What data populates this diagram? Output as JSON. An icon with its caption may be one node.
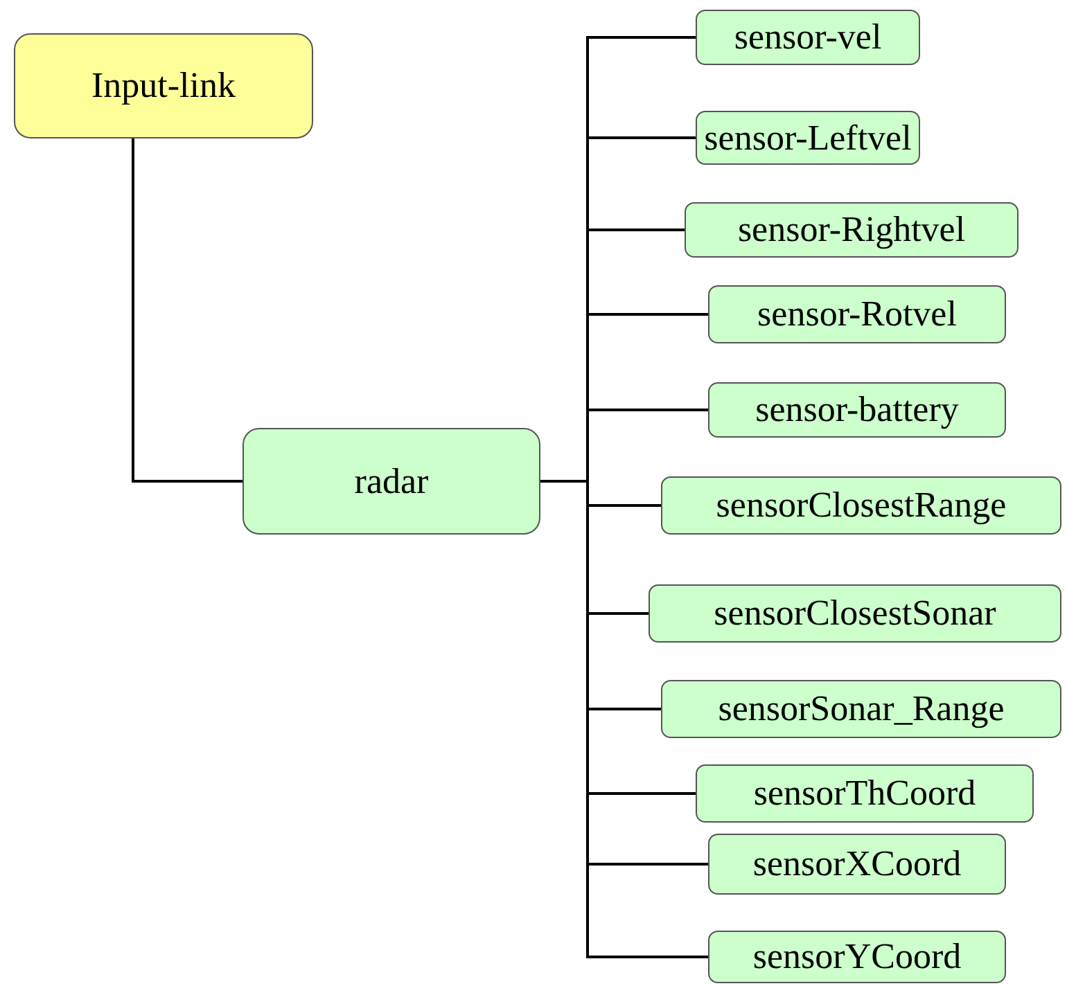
{
  "diagram": {
    "nodes": [
      {
        "text": [
          "Input-link"
        ]
      },
      {
        "text": [
          "radar"
        ]
      },
      {
        "text": [
          "sensor-vel"
        ]
      },
      {
        "text": [
          "sensor-Leftvel"
        ]
      },
      {
        "text": [
          "sensor-Rightvel"
        ]
      },
      {
        "text": [
          "sensor-Rotvel"
        ]
      },
      {
        "text": [
          "sensor-battery"
        ]
      },
      {
        "text": [
          "sensorClosestRange"
        ]
      },
      {
        "text": [
          "sensorClosestSonar"
        ]
      },
      {
        "text": [
          "sensorSonar_Range"
        ]
      },
      {
        "text": [
          "sensorThCoord"
        ]
      },
      {
        "text": [
          "sensorXCoord"
        ]
      },
      {
        "text": [
          "sensorYCoord"
        ]
      }
    ],
    "edges": [
      {
        "from": 0,
        "to": 1,
        "arrow": "none"
      },
      {
        "from": 1,
        "to": 2,
        "arrow": "none"
      },
      {
        "from": 1,
        "to": 3,
        "arrow": "none"
      },
      {
        "from": 1,
        "to": 4,
        "arrow": "none"
      },
      {
        "from": 1,
        "to": 5,
        "arrow": "none"
      },
      {
        "from": 1,
        "to": 6,
        "arrow": "none"
      },
      {
        "from": 1,
        "to": 7,
        "arrow": "none"
      },
      {
        "from": 1,
        "to": 8,
        "arrow": "none"
      },
      {
        "from": 1,
        "to": 9,
        "arrow": "none"
      },
      {
        "from": 1,
        "to": 10,
        "arrow": "none"
      },
      {
        "from": 1,
        "to": 11,
        "arrow": "none"
      },
      {
        "from": 1,
        "to": 12,
        "arrow": "none"
      }
    ]
  }
}
